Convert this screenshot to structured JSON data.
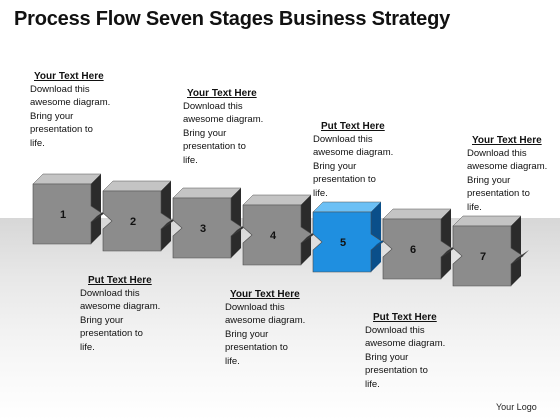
{
  "title": "Process Flow Seven Stages Business Strategy",
  "stages": [
    {
      "number": "1",
      "highlighted": false
    },
    {
      "number": "2",
      "highlighted": false
    },
    {
      "number": "3",
      "highlighted": false
    },
    {
      "number": "4",
      "highlighted": false
    },
    {
      "number": "5",
      "highlighted": true
    },
    {
      "number": "6",
      "highlighted": false
    },
    {
      "number": "7",
      "highlighted": false
    }
  ],
  "callouts": [
    {
      "heading": "Your Text Here",
      "body": "Download this\nawesome diagram.\nBring your\npresentation to\nlife."
    },
    {
      "heading": "Put Text Here",
      "body": "Download this\nawesome diagram.\nBring your\npresentation to\nlife."
    },
    {
      "heading": "Your Text Here",
      "body": "Download this\nawesome diagram.\nBring your\npresentation to\nlife."
    },
    {
      "heading": "Your Text Here",
      "body": "Download this\nawesome diagram.\nBring your\npresentation to\nlife."
    },
    {
      "heading": "Put Text Here",
      "body": "Download this\nawesome diagram.\nBring your\npresentation to\nlife."
    },
    {
      "heading": "Put Text Here",
      "body": "Download this\nawesome diagram.\nBring your\npresentation to\nlife."
    },
    {
      "heading": "Your Text Here",
      "body": "Download this\nawesome diagram.\nBring your\npresentation to\nlife."
    }
  ],
  "colors": {
    "piece_front": "#8c8c8c",
    "piece_top": "#c4c4c4",
    "piece_side": "#2b2b2b",
    "highlight_front": "#1f8fe0",
    "highlight_top": "#6cc0f5",
    "highlight_side": "#0a4f8a"
  },
  "logo": "Your Logo"
}
